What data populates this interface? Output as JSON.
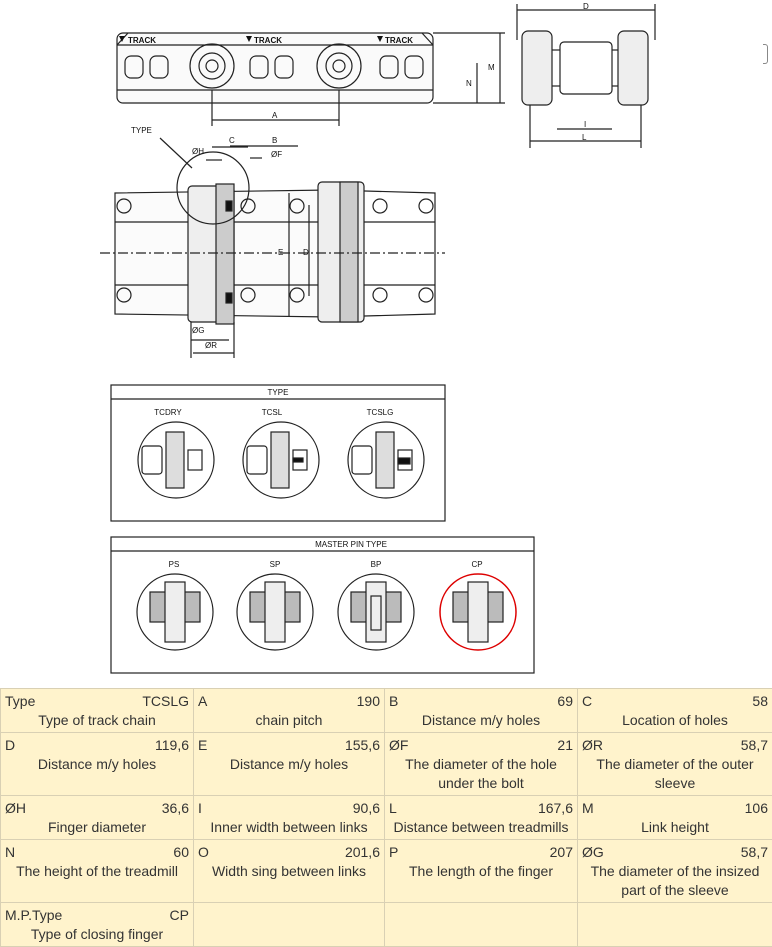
{
  "drawing": {
    "brand": "TRACK",
    "dims_top": {
      "A": "A",
      "D": "D",
      "I": "I",
      "L": "L",
      "M": "M",
      "N": "N"
    },
    "dims_middle": {
      "type": "TYPE",
      "H": "ØH",
      "C": "C",
      "B": "B",
      "F": "ØF",
      "E": "E",
      "D": "D",
      "G": "ØG",
      "R": "ØR"
    },
    "type_box": {
      "title": "TYPE",
      "items": [
        "TCDRY",
        "TCSL",
        "TCSLG"
      ]
    },
    "master_box": {
      "title": "MASTER PIN TYPE",
      "items": [
        "PS",
        "SP",
        "BP",
        "CP"
      ]
    }
  },
  "specs": [
    [
      {
        "label": "Type",
        "value": "TCSLG",
        "desc": "Type of track chain"
      },
      {
        "label": "A",
        "value": "190",
        "desc": "chain pitch"
      },
      {
        "label": "B",
        "value": "69",
        "desc": "Distance m/y holes"
      },
      {
        "label": "C",
        "value": "58",
        "desc": "Location of holes"
      }
    ],
    [
      {
        "label": "D",
        "value": "119,6",
        "desc": "Distance m/y holes"
      },
      {
        "label": "E",
        "value": "155,6",
        "desc": "Distance m/y holes"
      },
      {
        "label": "ØF",
        "value": "21",
        "desc": "The diameter of the hole under the bolt"
      },
      {
        "label": "ØR",
        "value": "58,7",
        "desc": "The diameter of the outer sleeve"
      }
    ],
    [
      {
        "label": "ØH",
        "value": "36,6",
        "desc": "Finger diameter"
      },
      {
        "label": "I",
        "value": "90,6",
        "desc": "Inner width between links"
      },
      {
        "label": "L",
        "value": "167,6",
        "desc": "Distance between treadmills"
      },
      {
        "label": "M",
        "value": "106",
        "desc": "Link height"
      }
    ],
    [
      {
        "label": "N",
        "value": "60",
        "desc": "The height of the treadmill"
      },
      {
        "label": "O",
        "value": "201,6",
        "desc": "Width sing between links"
      },
      {
        "label": "P",
        "value": "207",
        "desc": "The length of the finger"
      },
      {
        "label": "ØG",
        "value": "58,7",
        "desc": "The diameter of the insized part of the sleeve"
      }
    ],
    [
      {
        "label": "M.P.Type",
        "value": "CP",
        "desc": "Type of closing finger"
      },
      {
        "label": "",
        "value": "",
        "desc": ""
      },
      {
        "label": "",
        "value": "",
        "desc": ""
      },
      {
        "label": "",
        "value": "",
        "desc": ""
      }
    ]
  ]
}
